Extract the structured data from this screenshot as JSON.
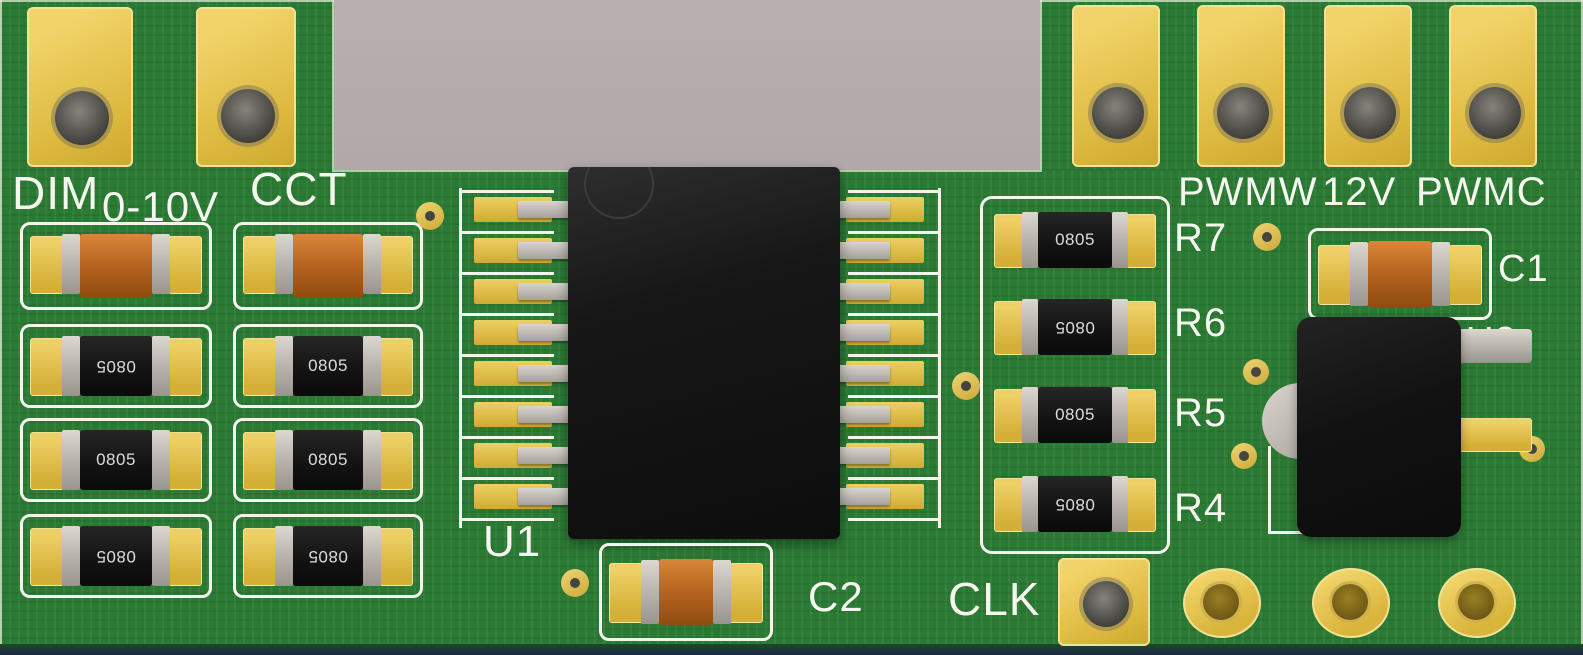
{
  "labels": {
    "dim": "DIM",
    "dim_range": "0-10V",
    "cct": "CCT",
    "u1": "U1",
    "c2": "C2",
    "clk": "CLK",
    "r7": "R7",
    "r6": "R6",
    "r5": "R5",
    "r4": "R4",
    "pwmw": "PWMW",
    "v12": "12V",
    "pwmc": "PWMC",
    "c1": "C1",
    "u2": "U2"
  },
  "markings": {
    "smd_size": "0805"
  },
  "colors": {
    "background_gray": "#aaa0a3",
    "board_green": "#2b7a34",
    "pad_gold": "#e2c04a",
    "silkscreen_white": "#f5f7ef",
    "component_black": "#161616",
    "capacitor_orange": "#b96620",
    "terminal_gray": "#b5b1a9"
  }
}
